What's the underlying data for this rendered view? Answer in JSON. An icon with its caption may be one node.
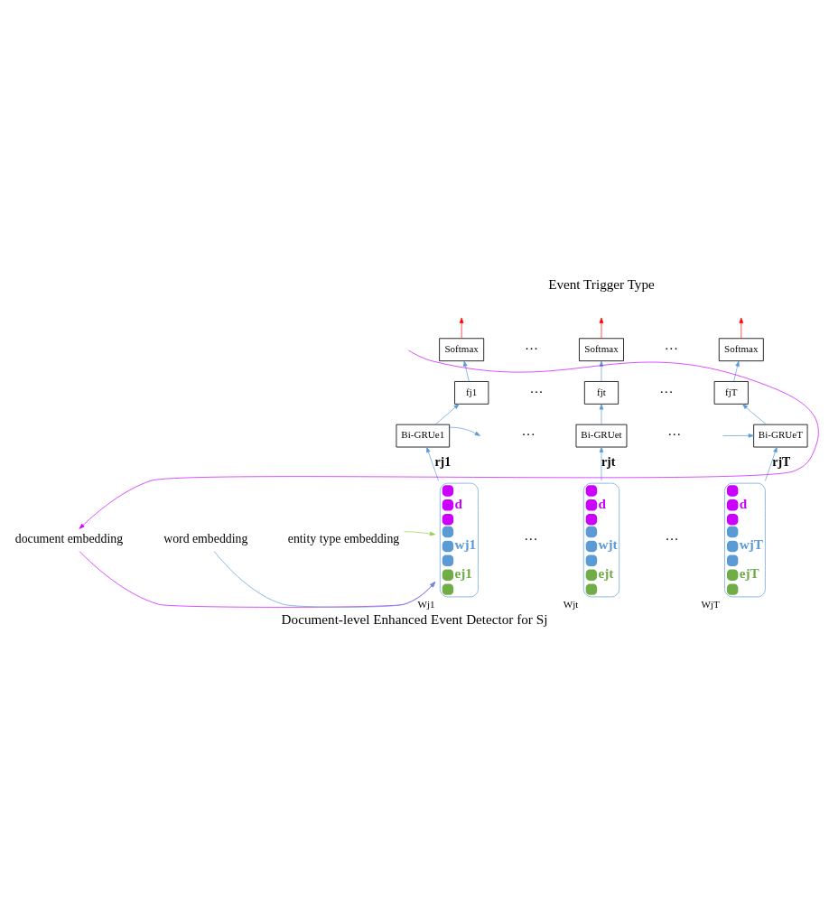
{
  "diagram": {
    "title": "Event Trigger Type",
    "caption": "Document-level Enhanced Event Detector for Sj",
    "nodes": [
      {
        "text": [
          "Softmax"
        ]
      },
      {
        "text": [
          "Softmax"
        ]
      },
      {
        "text": [
          "Softmax"
        ]
      },
      {
        "text": [
          "fj1"
        ]
      },
      {
        "text": [
          "fjt"
        ]
      },
      {
        "text": [
          "fjT"
        ]
      },
      {
        "text": [
          "Bi-GRUe1"
        ]
      },
      {
        "text": [
          "Bi-GRUet"
        ]
      },
      {
        "text": [
          "Bi-GRUeT"
        ]
      },
      {
        "text": [
          "d",
          "wj1",
          "ej1"
        ],
        "beside": [
          "Wj1"
        ]
      },
      {
        "text": [
          "d",
          "wjt",
          "ejt"
        ],
        "beside": [
          "Wjt"
        ]
      },
      {
        "text": [
          "d",
          "wjT",
          "ejT"
        ],
        "beside": [
          "WjT"
        ]
      },
      {
        "text": [
          "document embedding"
        ]
      },
      {
        "text": [
          "word embedding"
        ]
      },
      {
        "text": [
          "entity type embedding"
        ]
      }
    ],
    "edges": [
      {
        "from": 0,
        "to": null,
        "arrow": "to",
        "color": "#ff0000"
      },
      {
        "from": 1,
        "to": null,
        "arrow": "to",
        "color": "#ff0000"
      },
      {
        "from": 2,
        "to": null,
        "arrow": "to",
        "color": "#ff0000"
      },
      {
        "from": 3,
        "to": 0,
        "arrow": "to"
      },
      {
        "from": 4,
        "to": 1,
        "arrow": "to"
      },
      {
        "from": 5,
        "to": 2,
        "arrow": "to"
      },
      {
        "from": 6,
        "to": 3,
        "arrow": "to"
      },
      {
        "from": 7,
        "to": 4,
        "arrow": "to"
      },
      {
        "from": 8,
        "to": 5,
        "arrow": "to"
      },
      {
        "from": 6,
        "to": null,
        "arrow": "to"
      },
      {
        "from": null,
        "to": 8,
        "arrow": "to"
      },
      {
        "from": 9,
        "to": 6,
        "arrow": "to",
        "label": "rj1"
      },
      {
        "from": 10,
        "to": 7,
        "arrow": "to",
        "label": "rjt"
      },
      {
        "from": 11,
        "to": 8,
        "arrow": "to",
        "label": "rjT"
      },
      {
        "from": null,
        "to": 12,
        "arrow": "to",
        "color": "#cc00ff"
      },
      {
        "from": 12,
        "to": 9,
        "arrow": "to",
        "color": "#cc00ff"
      },
      {
        "from": 13,
        "to": 9,
        "arrow": "to"
      },
      {
        "from": 14,
        "to": 9,
        "arrow": "to",
        "color": "#92d050"
      }
    ],
    "labels": [
      "···",
      "···",
      "···",
      "···",
      "···",
      "···",
      "···",
      "···"
    ]
  }
}
